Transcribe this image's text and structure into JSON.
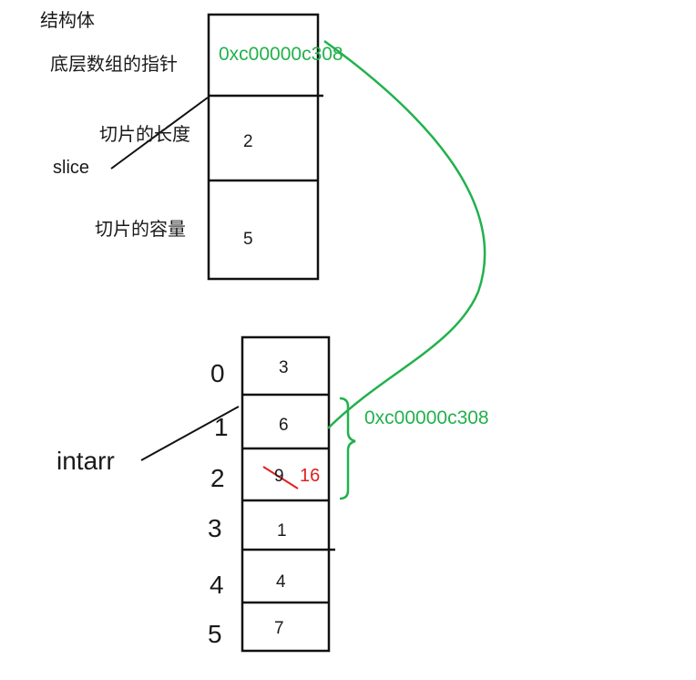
{
  "struct": {
    "title": "结构体",
    "pointer_label": "底层数组的指针",
    "pointer_value": "0xc00000c308",
    "len_label": "切片的长度",
    "len_value": "2",
    "cap_label": "切片的容量",
    "cap_value": "5",
    "var_name": "slice"
  },
  "array": {
    "var_name": "intarr",
    "indices": [
      "0",
      "1",
      "2",
      "3",
      "4",
      "5"
    ],
    "values": [
      "3",
      "6",
      "9",
      "1",
      "4",
      "7"
    ],
    "new_value": "16",
    "address": "0xc00000c308"
  },
  "colors": {
    "line": "#111111",
    "green": "#22b14c",
    "red": "#e02020"
  }
}
